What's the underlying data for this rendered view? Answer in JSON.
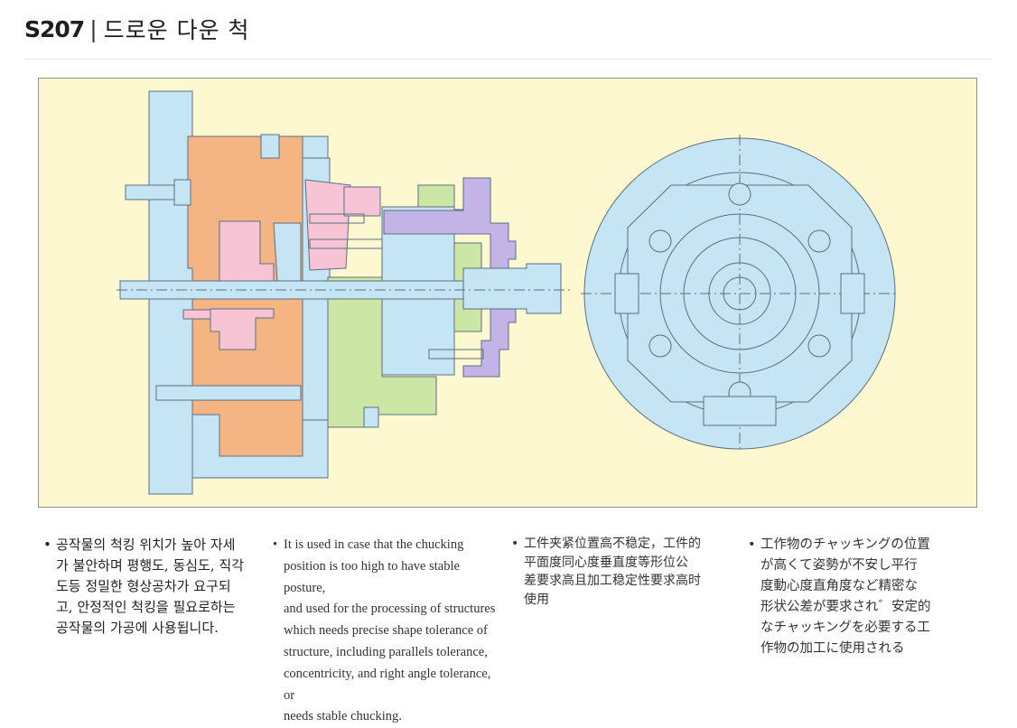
{
  "header": {
    "code": "S207",
    "separator": "|",
    "title": "드로운 다운 척"
  },
  "colors": {
    "figure_background": "#fdf8cf",
    "blue_part": "#c6e5f4",
    "orange_part": "#f4b483",
    "pink_part": "#f7c4d6",
    "green_part": "#cce6a6",
    "purple_part": "#c3b3e6",
    "line": "#5a6e80"
  },
  "figure": {
    "left_view": "cross-section-drawing",
    "right_view": "front-view-drawing"
  },
  "descriptions": {
    "korean": "공작물의 척킹 위치가 높아 자세\n가 불안하며 평행도, 동심도, 직각\n도등 정밀한 형상공차가 요구되\n고, 안정적인 척킹을 필요로하는\n공작물의 가공에 사용됩니다.",
    "english": "It is used  in case that the chucking\nposition is too high to have stable posture,\nand used for the processing of structures\nwhich needs precise shape tolerance of\nstructure, including parallels tolerance,\nconcentricity, and right angle tolerance, or\nneeds stable chucking.",
    "chinese": "工件夹紧位置高不稳定，工件的\n平面度同心度垂直度等形位公\n差要求高且加工稳定性要求高时\n使用",
    "japanese": "工作物のチャッキングの位置\nが高くて姿勢が不安し平行\n度動心度直角度など精密な\n形状公差が要求され゛安定的\nなチャッキングを必要する工\n作物の加工に使用される"
  }
}
